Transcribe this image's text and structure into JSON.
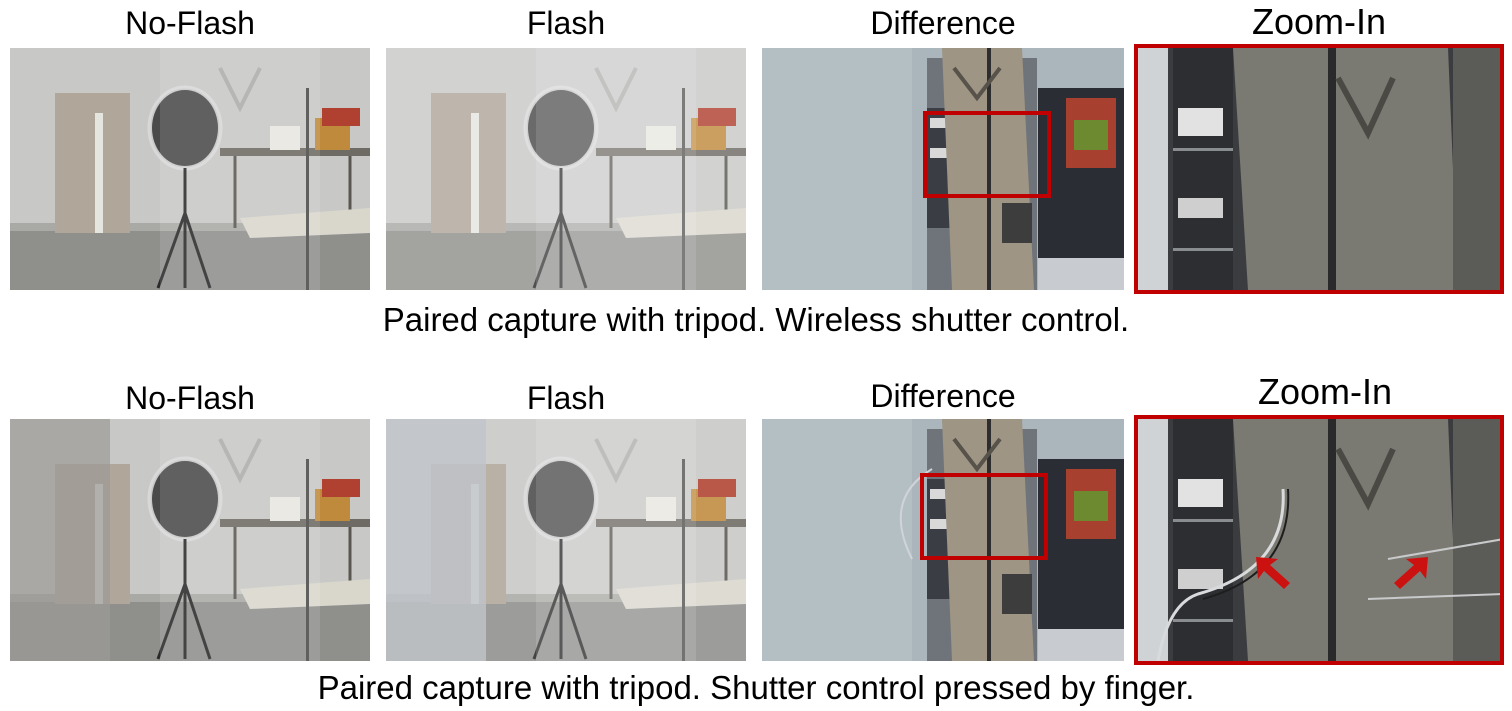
{
  "figure": {
    "rows": [
      {
        "labels": {
          "no_flash": "No-Flash",
          "flash": "Flash",
          "difference": "Difference",
          "zoom": "Zoom-In"
        },
        "caption": "Paired capture with tripod. Wireless shutter control."
      },
      {
        "labels": {
          "no_flash": "No-Flash",
          "flash": "Flash",
          "difference": "Difference",
          "zoom": "Zoom-In"
        },
        "caption": "Paired capture with tripod. Shutter control pressed by finger."
      }
    ],
    "colors": {
      "highlight": "#c00000"
    }
  }
}
